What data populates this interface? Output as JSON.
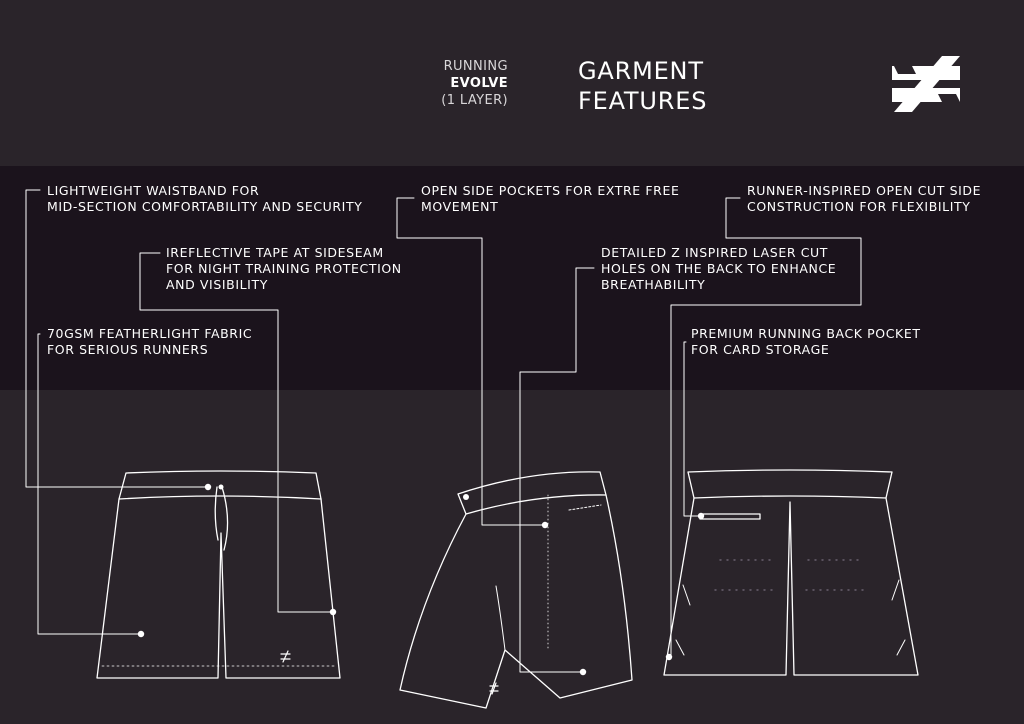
{
  "header": {
    "product_lines": [
      "RUNNING",
      "EVOLVE",
      "(1 LAYER)"
    ],
    "title_lines": [
      "GARMENT",
      "FEATURES"
    ]
  },
  "colors": {
    "background": "#2a242a",
    "band": "#1b131c",
    "line": "#ffffff"
  },
  "features": [
    {
      "id": "waistband",
      "lines": [
        "LIGHTWEIGHT WAISTBAND FOR",
        "MID-SECTION COMFORTABILITY AND SECURITY"
      ]
    },
    {
      "id": "reflective",
      "lines": [
        "IREFLECTIVE TAPE AT SIDESEAM",
        "FOR NIGHT TRAINING PROTECTION",
        "AND VISIBILITY"
      ]
    },
    {
      "id": "fabric",
      "lines": [
        "70GSM FEATHERLIGHT FABRIC",
        "FOR SERIOUS RUNNERS"
      ]
    },
    {
      "id": "side-pockets",
      "lines": [
        "OPEN SIDE POCKETS FOR EXTRE FREE",
        "MOVEMENT"
      ]
    },
    {
      "id": "laser-cut",
      "lines": [
        "DETAILED Z INSPIRED LASER CUT",
        "HOLES ON THE BACK TO ENHANCE",
        "BREATHABILITY"
      ]
    },
    {
      "id": "open-cut",
      "lines": [
        "RUNNER-INSPIRED OPEN CUT SIDE",
        "CONSTRUCTION FOR FLEXIBILITY"
      ]
    },
    {
      "id": "back-pocket",
      "lines": [
        "PREMIUM RUNNING BACK POCKET",
        "FOR CARD STORAGE"
      ]
    }
  ],
  "views": [
    "front-view",
    "side-view",
    "back-view"
  ],
  "logo_icon": "not-equal-brand-icon"
}
